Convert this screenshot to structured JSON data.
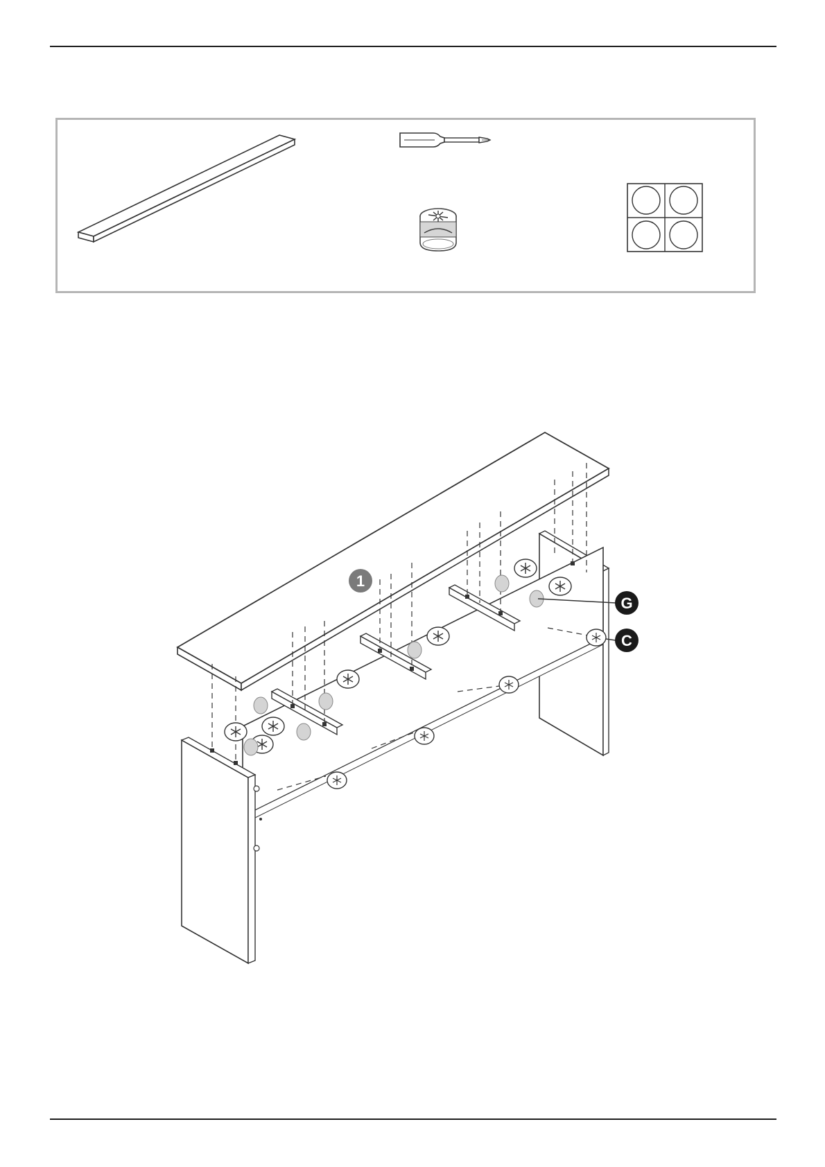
{
  "page": {
    "background": "#ffffff",
    "line_color": "#1c1c1c",
    "box_border_color": "#b5b5b5"
  },
  "parts_box": {
    "items": [
      {
        "name": "panel-1",
        "icon": "long-board-panel-icon"
      },
      {
        "name": "screwdriver",
        "icon": "phillips-screwdriver-icon"
      },
      {
        "name": "cam-lock-g",
        "icon": "cam-lock-fitting-icon"
      },
      {
        "name": "cover-caps",
        "icon": "cover-cap-sheet-icon",
        "count": 4
      }
    ]
  },
  "diagram": {
    "part_number": "1",
    "callouts": [
      {
        "letter": "G",
        "part": "cam-lock-fitting"
      },
      {
        "letter": "C",
        "part": "cam-bolt"
      }
    ],
    "label_fill": "#1a1a1a",
    "part_number_fill": "#7a7a7a"
  }
}
